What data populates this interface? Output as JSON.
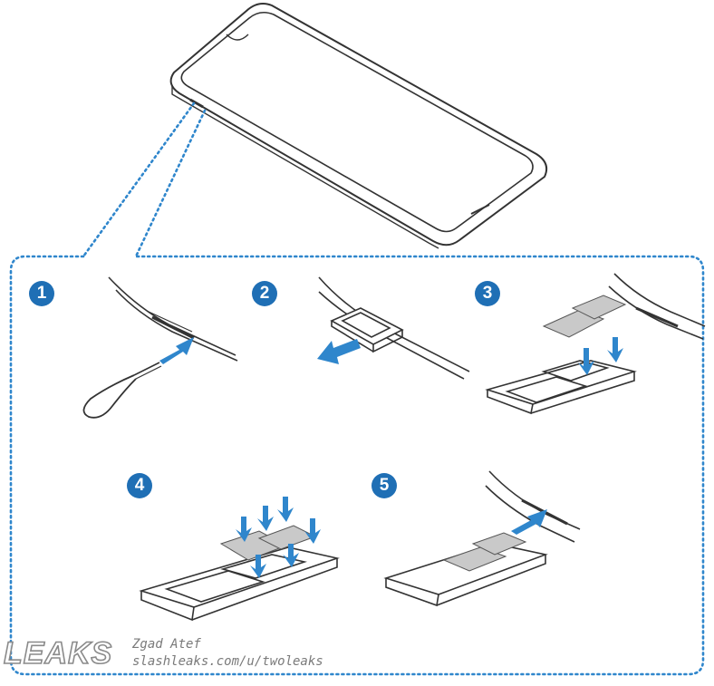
{
  "steps": [
    {
      "number": "1"
    },
    {
      "number": "2"
    },
    {
      "number": "3"
    },
    {
      "number": "4"
    },
    {
      "number": "5"
    }
  ],
  "watermark": {
    "logo": "LEAKS",
    "author": "Zgad Atef",
    "url": "slashleaks.com/u/twoleaks"
  },
  "colors": {
    "badge": "#1f6fb5",
    "arrow": "#2f86cc",
    "dotted_line": "#2f86cc",
    "line_art": "#333333",
    "sim_card": "#c9c9c9"
  }
}
